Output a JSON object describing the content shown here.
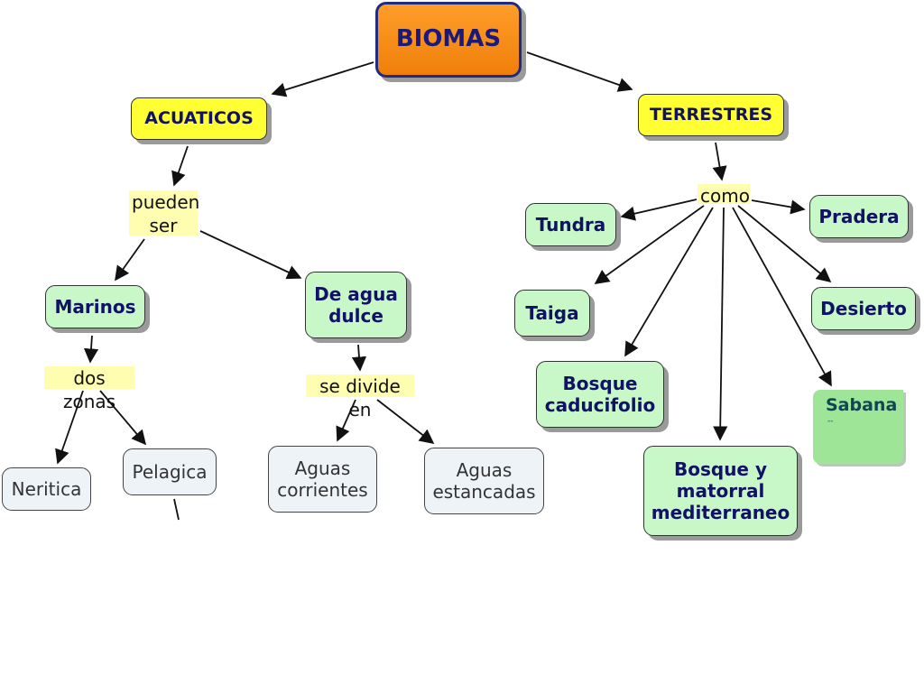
{
  "diagram": {
    "root": "BIOMAS",
    "categories": {
      "acuaticos": "ACUATICOS",
      "terrestres": "TERRESTRES"
    },
    "link_labels": {
      "pueden_ser": "pueden\nser",
      "dos_zonas": "dos zonas",
      "se_divide_en": "se divide en",
      "como": "como"
    },
    "aquatic": {
      "marinos": "Marinos",
      "agua_dulce": "De agua\ndulce",
      "neritica": "Neritica",
      "pelagica": "Pelagica",
      "aguas_corrientes": "Aguas\ncorrientes",
      "aguas_estancadas": "Aguas\nestancadas"
    },
    "terrestrial": {
      "tundra": "Tundra",
      "pradera": "Pradera",
      "taiga": "Taiga",
      "desierto": "Desierto",
      "bosque_caducifolio": "Bosque\ncaducifolio",
      "sabana": "Sabana",
      "sabana_note": "--",
      "bosque_mediterraneo": "Bosque y\nmatorral\nmediterraneo"
    },
    "colors": {
      "root_fill": "#f58a14",
      "root_border": "#1f2b80",
      "category_fill": "#ffff33",
      "biome_fill": "#c8f7c8",
      "leaf_fill": "#eef3f8",
      "label_fill": "#fffdb0",
      "sabana_fill": "#9fe598",
      "edge": "#111111"
    }
  }
}
